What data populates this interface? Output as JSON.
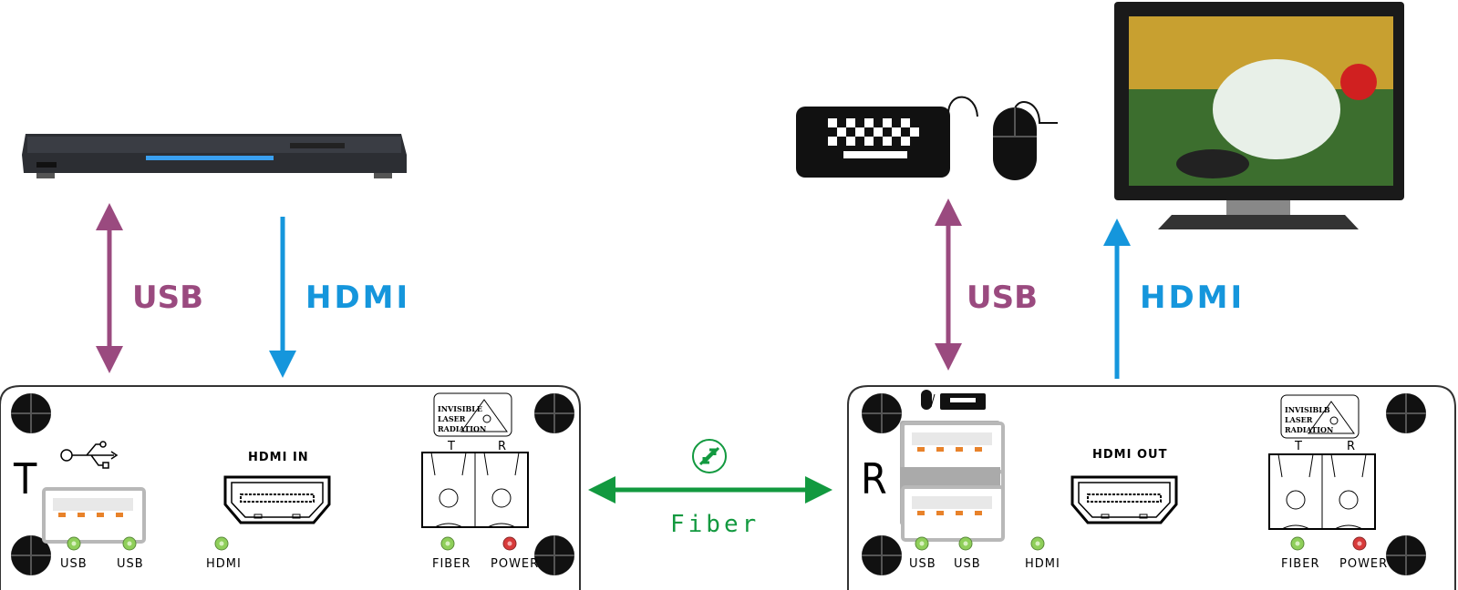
{
  "colors": {
    "usb": "#9a4a7f",
    "hdmi": "#1596dc",
    "fiber": "#12993f",
    "led_green": "#8fcf5a",
    "led_red": "#d83a3a"
  },
  "links": {
    "left_usb": "USB",
    "left_hdmi": "HDMI",
    "right_usb": "USB",
    "right_hdmi": "HDMI",
    "fiber": "Fiber"
  },
  "transmitter": {
    "letter": "T",
    "hdmi_port_label": "HDMI IN",
    "laser_label": [
      "INVISIBLE",
      "LASER",
      "RADIATION"
    ],
    "fiber_ports": [
      "T",
      "R"
    ],
    "leds": [
      "USB",
      "USB",
      "HDMI",
      "FIBER",
      "POWER"
    ]
  },
  "receiver": {
    "letter": "R",
    "hdmi_port_label": "HDMI OUT",
    "laser_label": [
      "INVISIBLB",
      "LASER",
      "RADIATION"
    ],
    "fiber_ports": [
      "T",
      "R"
    ],
    "leds": [
      "USB",
      "USB",
      "HDMI",
      "FIBER",
      "POWER"
    ]
  },
  "devices": [
    "dvd-player",
    "keyboard",
    "mouse",
    "monitor"
  ]
}
